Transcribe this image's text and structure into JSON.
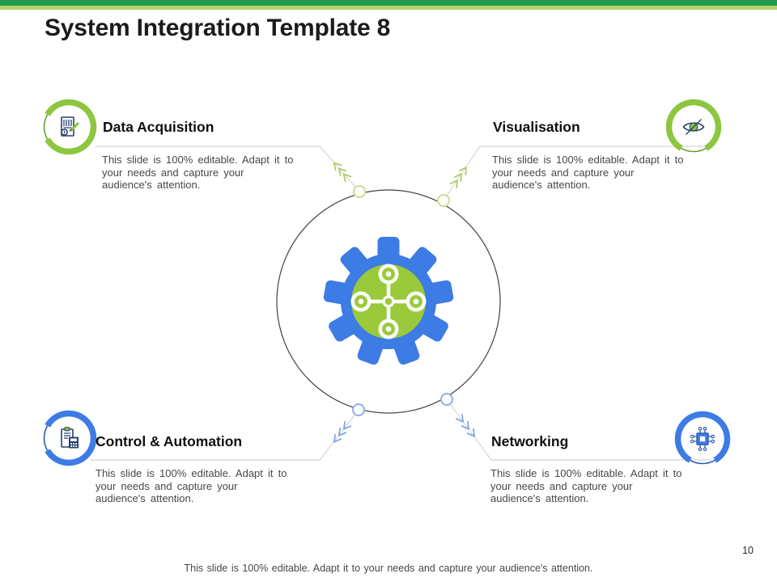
{
  "slide": {
    "title": "System Integration Template 8",
    "page_number": "10",
    "footer": "This slide is 100% editable. Adapt it to your needs and capture your audience's attention."
  },
  "quadrants": [
    {
      "id": "data-acquisition",
      "label": "Data Acquisition",
      "icon": "document-chart-pencil-icon",
      "accent": "green",
      "description": "This slide is 100% editable. Adapt it to your needs and capture your audience's attention.",
      "description_lines": [
        "This slide is 100% editable. Adapt it to",
        "your needs and capture your",
        "audience's attention."
      ]
    },
    {
      "id": "visualisation",
      "label": "Visualisation",
      "icon": "eye-slash-icon",
      "accent": "green",
      "description": "This slide is 100% editable. Adapt it to your needs and capture your audience's attention.",
      "description_lines": [
        "This slide is 100% editable. Adapt it to",
        "your needs and capture your",
        "audience's attention."
      ]
    },
    {
      "id": "control-automation",
      "label": "Control & Automation",
      "icon": "clipboard-calculator-icon",
      "accent": "blue",
      "description": "This slide is 100% editable. Adapt it to your needs and capture your audience's attention.",
      "description_lines": [
        "This slide is 100% editable. Adapt it to",
        "your needs and capture your",
        "audience's attention."
      ]
    },
    {
      "id": "networking",
      "label": "Networking",
      "icon": "cpu-chip-icon",
      "accent": "blue",
      "description": "This slide is 100% editable. Adapt it to your needs and capture your audience's attention.",
      "description_lines": [
        "This slide is 100% editable. Adapt it to",
        "your needs and capture your",
        "audience's attention."
      ]
    }
  ],
  "center": {
    "icon": "gear-network-icon"
  },
  "colors": {
    "top_bar_green": "#219a4b",
    "top_bar_light_green": "#b0d36b",
    "accent_green": "#8dc63f",
    "accent_green_dark": "#6d9d2c",
    "accent_blue": "#3d7be5",
    "accent_blue_dark": "#2b5cb8",
    "pale_green": "#ccdd92",
    "pale_blue": "#8fb0e8",
    "chevron_green": "#a9cc5e",
    "chevron_blue": "#7ba2e0",
    "gear_green": "#9aca3c",
    "icon_navy": "#27406e",
    "divider_gray": "#dcdcdc",
    "circle_stroke": "#404040",
    "text_dark": "#1b1b1b",
    "text_body": "#474747"
  }
}
